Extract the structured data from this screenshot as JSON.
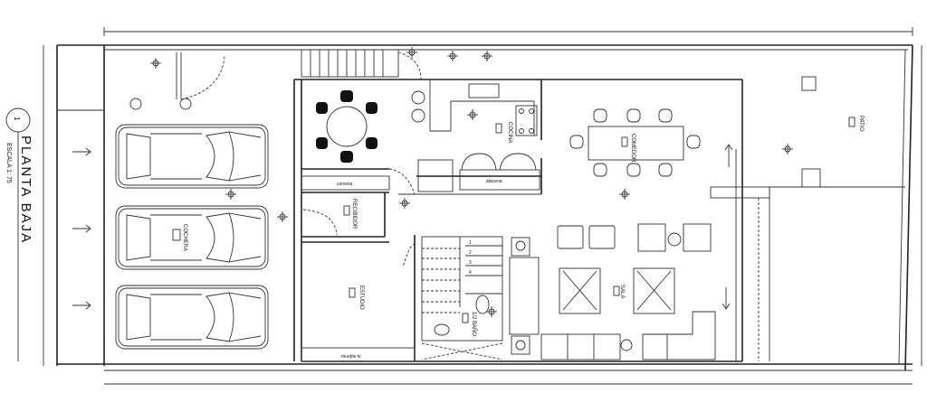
{
  "title_block": {
    "number": "1",
    "title": "PLANTA BAJA",
    "scale": "ESCALA 1: 75"
  },
  "rooms": {
    "cochera": "COCHERA",
    "recibidor": "RECIBIDOR",
    "estudio": "ESTUDIO",
    "cocina": "COCINA",
    "comedor": "COMEDOR",
    "sala": "SALA",
    "patio": "PATIO",
    "medio_bano": "1/2 BAÑO"
  },
  "furniture": {
    "consola": "consola",
    "alacena": "alacena",
    "mueble_tv": "mueble tv"
  },
  "stair_steps": [
    "1",
    "2",
    "3",
    "4"
  ]
}
